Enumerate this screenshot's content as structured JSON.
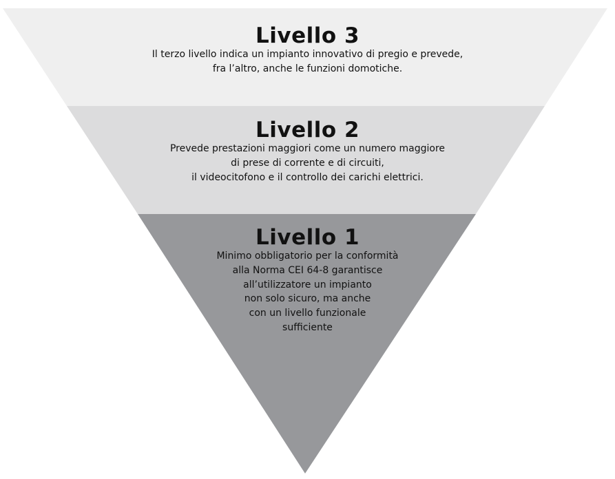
{
  "colors": {
    "tier_top": "#efefef",
    "tier_middle": "#dcdcdd",
    "tier_bottom": "#97989b",
    "text": "#111111"
  },
  "levels": [
    {
      "id": "livello-3",
      "title": "Livello 3",
      "lines": [
        "Il terzo livello indica un impianto innovativo di pregio e prevede,",
        "fra l’altro, anche le funzioni domotiche."
      ]
    },
    {
      "id": "livello-2",
      "title": "Livello 2",
      "lines": [
        "Prevede prestazioni maggiori come un numero maggiore",
        "di prese di corrente e di circuiti,",
        "il videocitofono e il controllo dei carichi elettrici."
      ]
    },
    {
      "id": "livello-1",
      "title": "Livello 1",
      "lines": [
        "Minimo obbligatorio per la conformità",
        "alla Norma CEI 64-8 garantisce",
        "all’utilizzatore un impianto",
        "non solo sicuro, ma anche",
        "con un livello funzionale",
        "sufficiente"
      ]
    }
  ]
}
